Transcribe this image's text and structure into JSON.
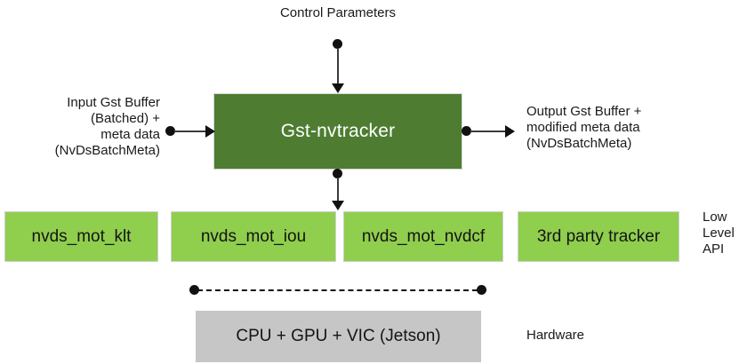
{
  "diagram": {
    "title_top": "Control Parameters",
    "main_block": {
      "label": "Gst-nvtracker",
      "color": "#4E7D32"
    },
    "input_label": "Input Gst Buffer\n(Batched) +\nmeta data\n(NvDsBatchMeta)",
    "output_label": "Output Gst Buffer +\nmodified meta data\n(NvDsBatchMeta)",
    "low_level_api": {
      "side_label": "Low\nLevel\nAPI",
      "color": "#90CE4E",
      "boxes": [
        {
          "label": "nvds_mot_klt"
        },
        {
          "label": "nvds_mot_iou"
        },
        {
          "label": "nvds_mot_nvdcf"
        },
        {
          "label": "3rd party tracker"
        }
      ]
    },
    "hardware": {
      "label": "CPU + GPU + VIC (Jetson)",
      "side_label": "Hardware",
      "color": "#C6C6C6"
    }
  }
}
